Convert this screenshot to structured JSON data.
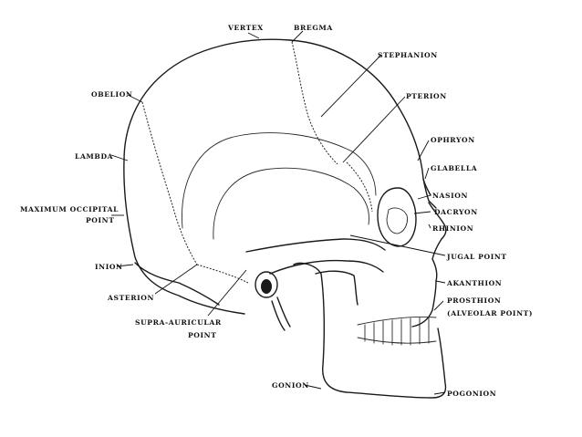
{
  "labels": {
    "vertex": "Vertex",
    "bregma": "Bregma",
    "stephanion": "Stephanion",
    "obelion": "Obelion",
    "pterion": "Pterion",
    "ophryon": "Ophryon",
    "glabella": "Glabella",
    "lambda": "Lambda",
    "nasion": "Nasion",
    "dacryon": "Dacryon",
    "rhinion": "Rhinion",
    "maximum_occipital_line1": "Maximum occipital",
    "maximum_occipital_line2": "point",
    "jugal_point": "Jugal point",
    "inion": "Inion",
    "akanthion": "Akanthion",
    "asterion": "Asterion",
    "prosthion_line1": "Prosthion",
    "prosthion_line2": "(alveolar point)",
    "supra_auricular_line1": "Supra-auricular",
    "supra_auricular_line2": "point",
    "gonion": "Gonion",
    "pogonion": "Pogonion"
  }
}
